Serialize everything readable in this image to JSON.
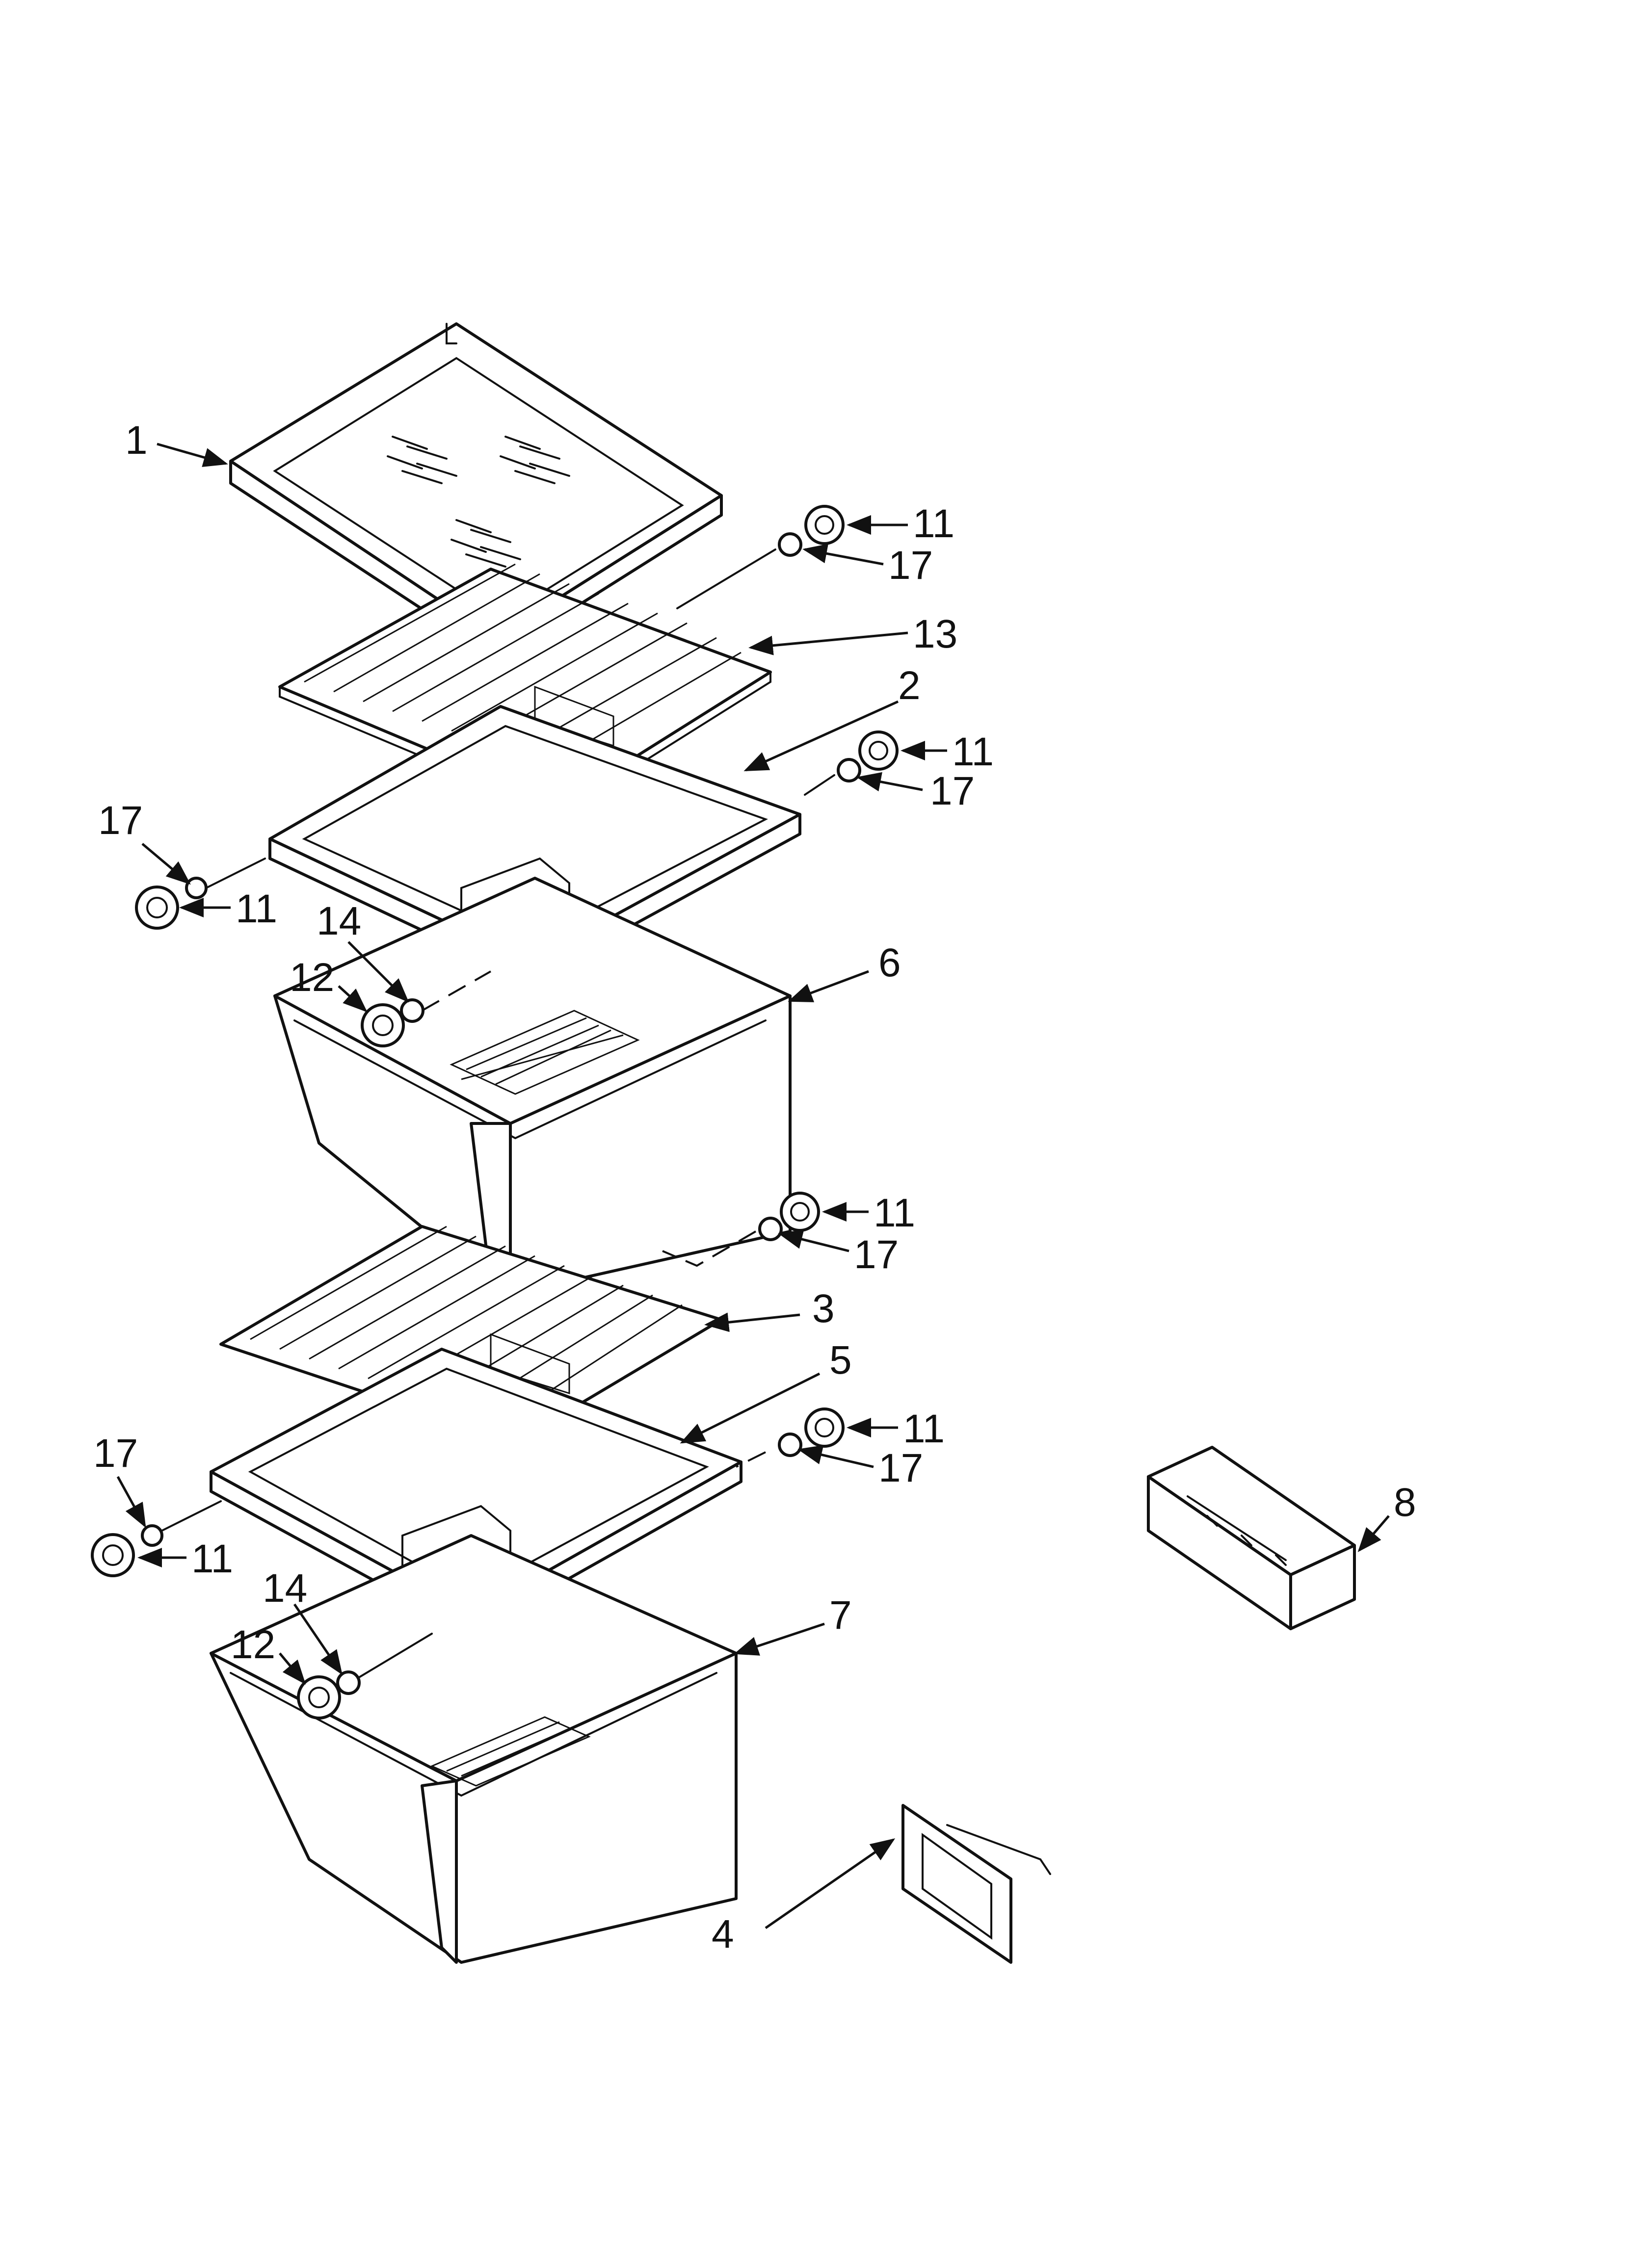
{
  "callouts": {
    "c1": "1",
    "c2": "2",
    "c3": "3",
    "c4": "4",
    "c5": "5",
    "c6": "6",
    "c7": "7",
    "c8": "8",
    "c11": "11",
    "c12": "12",
    "c13": "13",
    "c14": "14",
    "c17": "17"
  }
}
